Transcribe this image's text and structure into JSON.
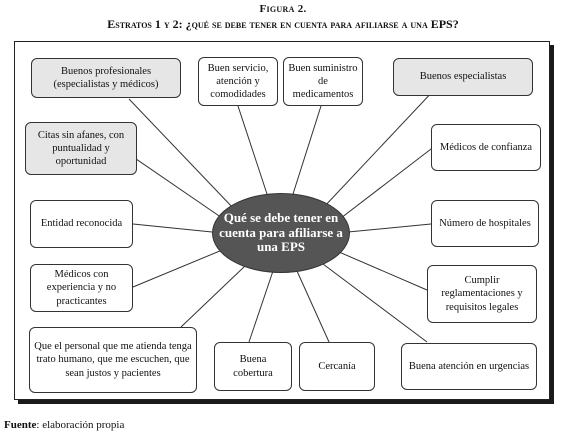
{
  "figure": {
    "label": "Figura 2.",
    "title": "Estratos 1 y 2: ¿qué se debe tener en cuenta para afiliarse a una EPS?"
  },
  "center": {
    "text": "Qué se debe tener en cuenta para afiliarse a una EPS"
  },
  "boxes": {
    "buenos_profesionales": "Buenos profesionales (especialistas y médicos)",
    "buen_servicio": "Buen servicio, atención y comodidades",
    "buen_suministro": "Buen suministro de medicamentos",
    "buenos_especialistas": "Buenos especialistas",
    "citas_sin_afanes": "Citas sin afanes, con puntualidad y oportunidad",
    "medicos_confianza": "Médicos de confianza",
    "entidad_reconocida": "Entidad reconocida",
    "numero_hospitales": "Número de hospitales",
    "medicos_experiencia": "Médicos con experiencia y no practicantes",
    "cumplir_reglamentaciones": "Cumplir reglamentaciones y requisitos legales",
    "trato_humano": "Que el personal que me atienda tenga trato humano, que me escuchen, que sean justos y pacientes",
    "buena_cobertura": "Buena cobertura",
    "cercania": "Cercanía",
    "buena_atencion_urgencias": "Buena atención en urgencias"
  },
  "source": {
    "label": "Fuente",
    "text": ": elaboración propia"
  }
}
